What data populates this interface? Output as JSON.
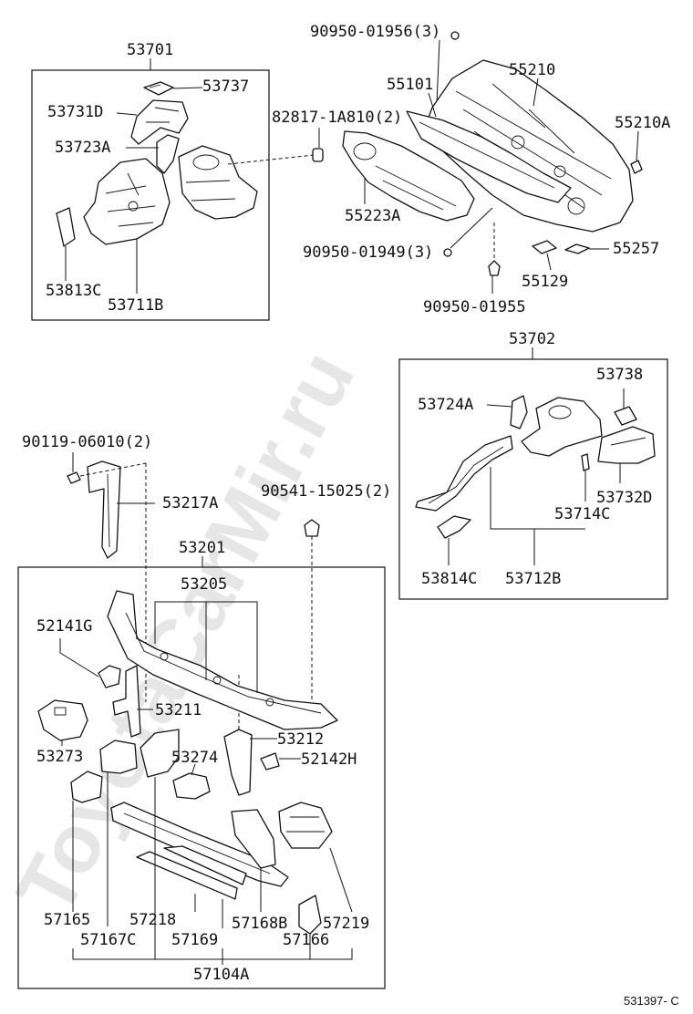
{
  "watermark": "ToyotaCarMir.ru",
  "drawing_code": "531397- C",
  "groups": {
    "top_left_assembly": "53701",
    "right_assembly": "53702",
    "front_assembly": "53201",
    "crossmember_assembly": "57104A"
  },
  "labels": {
    "p53737": "53737",
    "p53731D": "53731D",
    "p53723A": "53723A",
    "p53813C": "53813C",
    "p53711B": "53711B",
    "f90950_01956": "90950-01956(3)",
    "f82817_1A810": "82817-1A810(2)",
    "p55101": "55101",
    "p55210": "55210",
    "p55210A": "55210A",
    "p55223A": "55223A",
    "f90950_01949": "90950-01949(3)",
    "p55257": "55257",
    "p55129": "55129",
    "f90950_01955": "90950-01955",
    "p53724A": "53724A",
    "p53738": "53738",
    "p53732D": "53732D",
    "p53714C": "53714C",
    "p53814C": "53814C",
    "p53712B": "53712B",
    "f90119_06010": "90119-06010(2)",
    "p53217A": "53217A",
    "f90541_15025": "90541-15025(2)",
    "p53205": "53205",
    "p52141G": "52141G",
    "p53211": "53211",
    "p53273": "53273",
    "p53274": "53274",
    "p53212": "53212",
    "p52142H": "52142H",
    "p57165": "57165",
    "p57218": "57218",
    "p57168B": "57168B",
    "p57219": "57219",
    "p57167C": "57167C",
    "p57169": "57169",
    "p57166": "57166"
  }
}
